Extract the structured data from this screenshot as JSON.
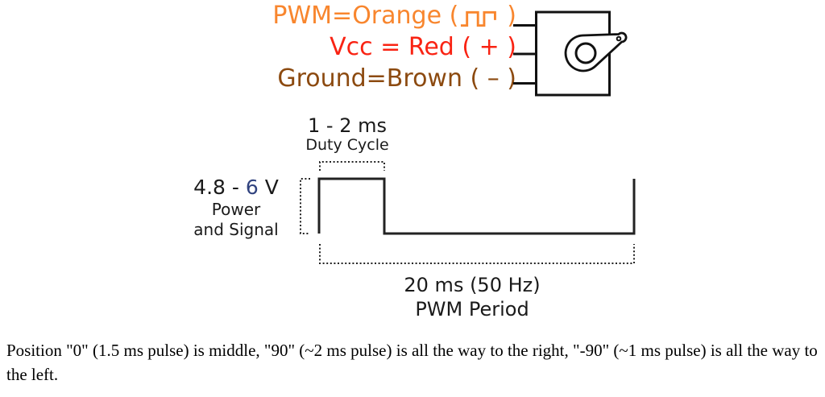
{
  "wiring": {
    "pwm_prefix": "PWM=Orange (",
    "pwm_suffix": ")",
    "vcc_label": "Vcc = Red ( + )",
    "ground_label": "Ground=Brown ( – )"
  },
  "colors": {
    "orange": "#F8862E",
    "red": "#F92313",
    "brown": "#8C4A10",
    "six_blue": "#31437F",
    "line_black": "#1a1a1a"
  },
  "waveform": {
    "duty_value": "1 - 2 ms",
    "duty_label": "Duty Cycle",
    "voltage_prefix": "4.8 - ",
    "voltage_number": "6",
    "voltage_unit": " V",
    "voltage_label1": "Power",
    "voltage_label2": "and Signal",
    "period_value": "20 ms (50 Hz)",
    "period_label": "PWM Period"
  },
  "icons": {
    "pwm_wave": "square-wave-icon",
    "servo": "servo-motor-with-horn-icon"
  },
  "caption": "Position \"0\" (1.5 ms pulse) is middle, \"90\" (~2 ms pulse) is all the way to the right, \"-90\" (~1 ms pulse) is all the way to the left."
}
